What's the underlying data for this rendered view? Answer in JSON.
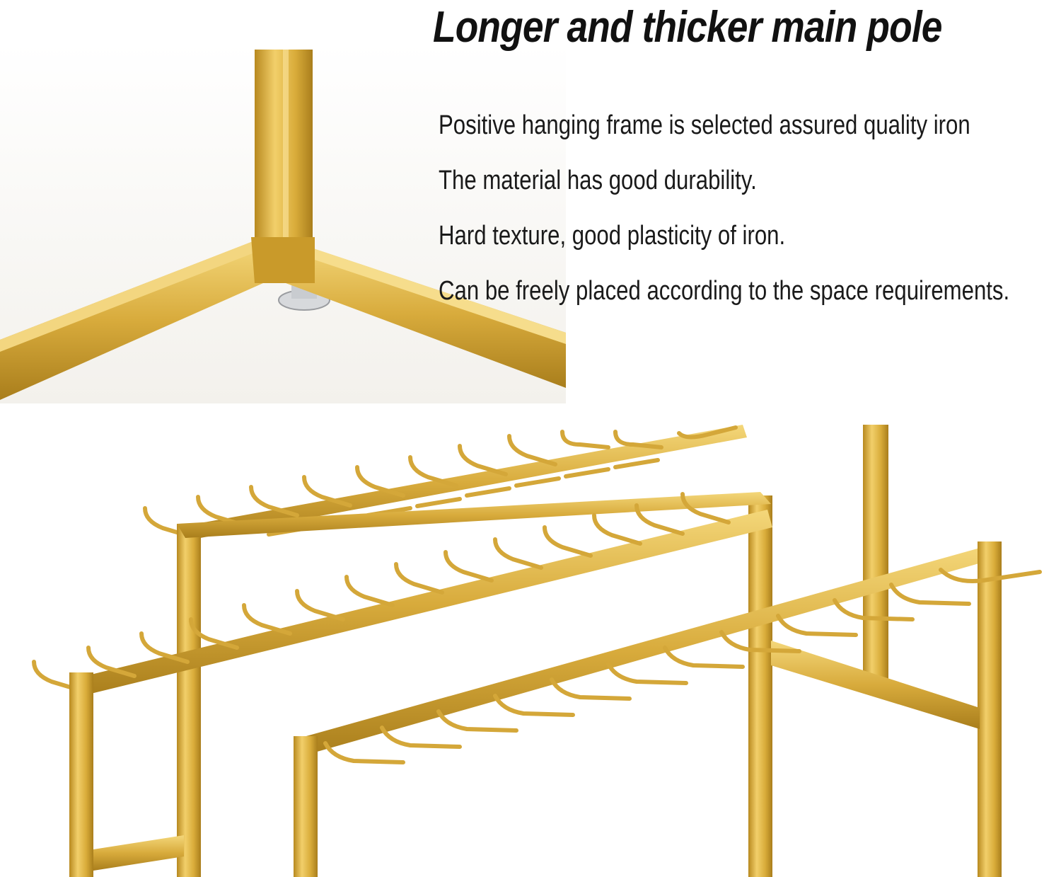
{
  "headline": "Longer and thicker main pole",
  "features": [
    "Positive hanging frame is selected assured quality iron",
    "The material has good durability.",
    "Hard texture, good plasticity of iron.",
    "Can be freely placed according to the space requirements."
  ],
  "colors": {
    "background": "#ffffff",
    "gold_light": "#f2cf6a",
    "gold_mid": "#d9ac3a",
    "gold_dark": "#a97e1c",
    "text": "#111111"
  },
  "photos": [
    {
      "subject": "gold-frame-corner-joint"
    },
    {
      "subject": "gold-hook-rack-bars"
    }
  ]
}
